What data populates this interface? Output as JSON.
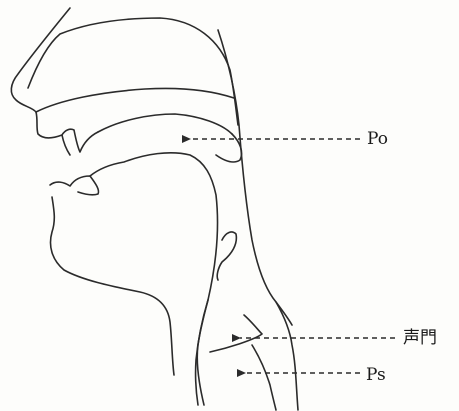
{
  "labels": {
    "oral_pressure": "Po",
    "glottis": "声門",
    "subglottal_pressure": "Ps"
  }
}
